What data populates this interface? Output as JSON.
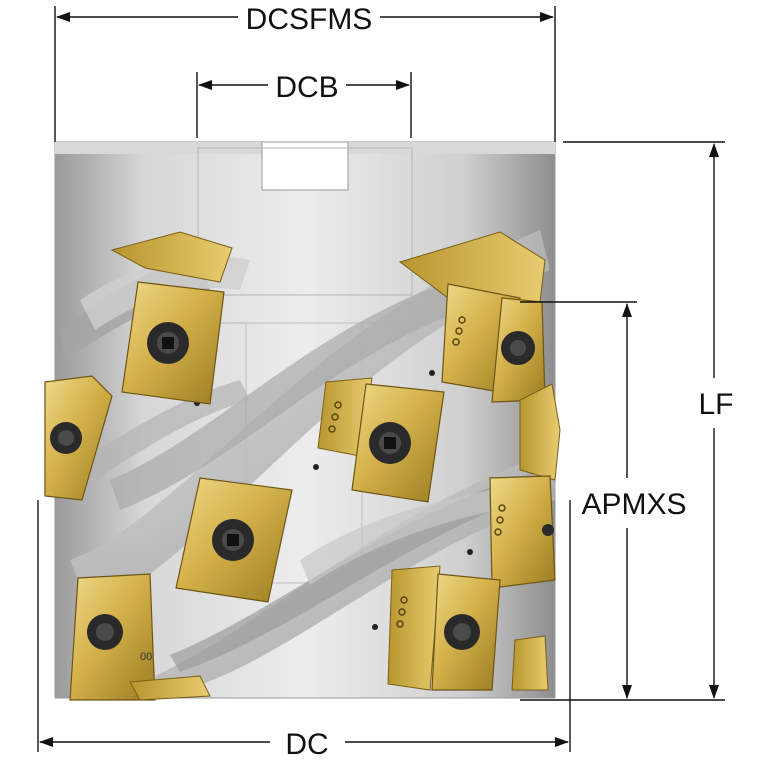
{
  "dimensions": {
    "dcsfms": "DCSFMS",
    "dcb": "DCB",
    "lf": "LF",
    "apmxs": "APMXS",
    "dc": "DC"
  },
  "colors": {
    "body_light": "#e6e6e6",
    "body_mid": "#c4c4c4",
    "body_dark": "#8f8f8f",
    "insert_gold": "#d4b14a",
    "insert_dark": "#8c6f1c",
    "screw": "#2a2a2a",
    "line": "#111111"
  },
  "insert_marking": "00"
}
